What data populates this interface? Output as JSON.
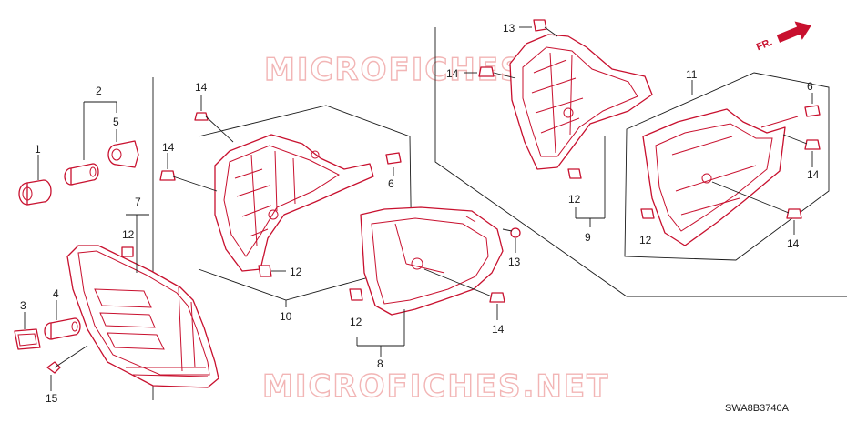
{
  "watermark": {
    "top": "MICROFICHES",
    "bottom": "MICROFICHES.NET"
  },
  "direction_label": "FR.",
  "diagram_code": "SWA8B3740A",
  "callouts": {
    "c1": "1",
    "c2": "2",
    "c3": "3",
    "c4": "4",
    "c5": "5",
    "c6a": "6",
    "c6b": "6",
    "c7": "7",
    "c8": "8",
    "c9": "9",
    "c10": "10",
    "c11": "11",
    "c12a": "12",
    "c12b": "12",
    "c12c": "12",
    "c12d": "12",
    "c12e": "12",
    "c13a": "13",
    "c13b": "13",
    "c14a": "14",
    "c14b": "14",
    "c14c": "14",
    "c14d": "14",
    "c14e": "14",
    "c14f": "14",
    "c15": "15"
  },
  "colors": {
    "part_stroke": "#c8102e",
    "leader": "#1a1a1a",
    "watermark": "#f2b5b5"
  }
}
